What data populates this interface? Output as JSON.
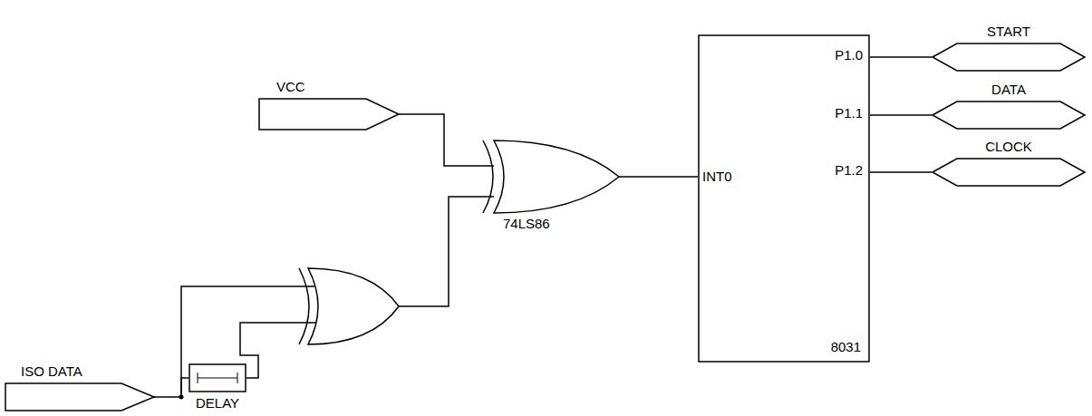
{
  "diagram": {
    "nodes": [
      {
        "text": [
          "VCC"
        ]
      },
      {
        "text": [
          "74LS86"
        ]
      },
      {
        "text": [
          "8031"
        ]
      },
      {
        "text": [
          "START"
        ]
      },
      {
        "text": [
          "DATA"
        ]
      },
      {
        "text": [
          "CLOCK"
        ]
      },
      {
        "text": [
          "ISO DATA"
        ]
      },
      {
        "text": [
          "DELAY"
        ]
      }
    ],
    "edges": [
      {
        "from": 6,
        "to": 7,
        "arrow": "none"
      },
      {
        "from": 0,
        "to": 1,
        "arrow": "none"
      },
      {
        "from": 1,
        "to": 2,
        "arrow": "none"
      },
      {
        "from": 2,
        "to": 3,
        "arrow": "none"
      },
      {
        "from": 2,
        "to": 4,
        "arrow": "none"
      },
      {
        "from": 2,
        "to": 5,
        "arrow": "none"
      }
    ],
    "labels": [
      "P1.0",
      "P1.1",
      "P1.2",
      "INT0"
    ]
  }
}
